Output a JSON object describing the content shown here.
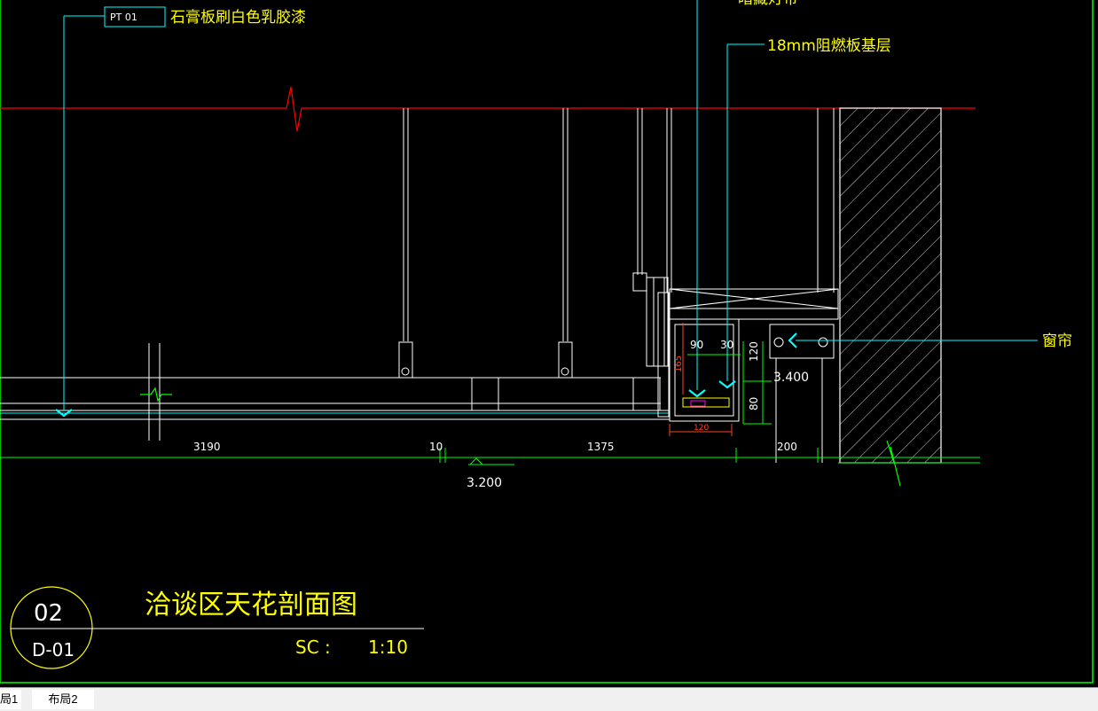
{
  "labels": {
    "pt_tag": "PT 01",
    "pt_note": "石膏板刷白色乳胶漆",
    "top_note_cut": "暗藏灯带",
    "base_note": "18mm阻燃板基层",
    "curtain_note": "窗帘"
  },
  "dimensions": {
    "d1": "3190",
    "d2": "10",
    "d3": "1375",
    "d4": "200",
    "d5": "90",
    "d6": "30",
    "d7": "165",
    "d8": "120",
    "d9": "80",
    "d10": "120"
  },
  "levels": {
    "ceiling": "3.200",
    "curtain_box": "3.400"
  },
  "title_block": {
    "number": "02",
    "sheet": "D-01",
    "title": "洽谈区天花剖面图",
    "scale_label": "SC :",
    "scale_value": "1:10"
  },
  "tabs": {
    "active_label": "局1",
    "second_label": "布局2"
  },
  "colors": {
    "background": "#000000",
    "white_line": "#ffffff",
    "green": "#00ff00",
    "cyan": "#00ffff",
    "yellow": "#ffff00",
    "red": "#ff0000",
    "magenta": "#ff00ff",
    "orange_red": "#ff4020"
  }
}
